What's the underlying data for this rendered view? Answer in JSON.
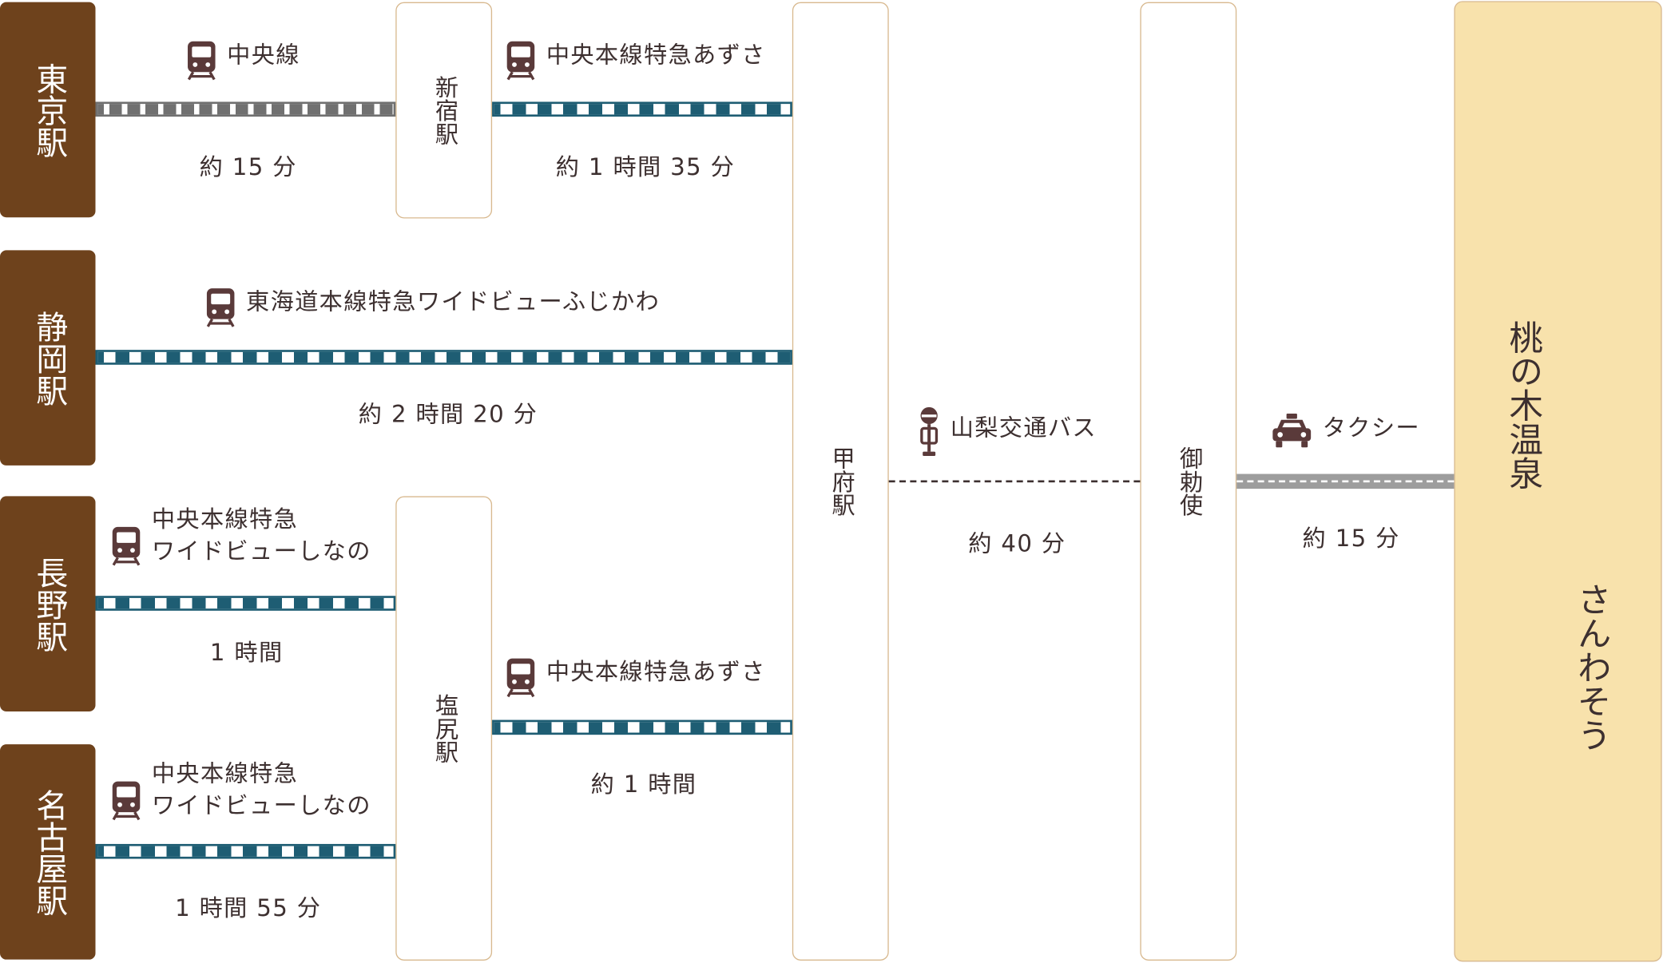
{
  "origins": {
    "tokyo": "東京駅",
    "shizuoka": "静岡駅",
    "nagano": "長野駅",
    "nagoya": "名古屋駅"
  },
  "transfers": {
    "shinjuku": "新宿駅",
    "shiojiri": "塩尻駅",
    "kofu": "甲府駅",
    "mitai": "御勅使"
  },
  "destination": {
    "name_line1": "桃の木温泉",
    "name_line2": "さんわそう"
  },
  "routes": {
    "tokyo_shinjuku": {
      "label": "中央線",
      "time": "約 15 分"
    },
    "shinjuku_kofu": {
      "label": "中央本線特急あずさ",
      "time": "約 1 時間 35 分"
    },
    "shizuoka_kofu": {
      "label": "東海道本線特急ワイドビューふじかわ",
      "time": "約 2 時間 20 分"
    },
    "nagano_shiojiri": {
      "label_line1": "中央本線特急",
      "label_line2": "ワイドビューしなの",
      "time": "1 時間"
    },
    "nagoya_shiojiri": {
      "label_line1": "中央本線特急",
      "label_line2": "ワイドビューしなの",
      "time": "1 時間 55 分"
    },
    "shiojiri_kofu": {
      "label": "中央本線特急あずさ",
      "time": "約 1 時間"
    },
    "kofu_mitai": {
      "label": "山梨交通バス",
      "time": "約 40 分"
    },
    "mitai_dest": {
      "label": "タクシー",
      "time": "約 15 分"
    }
  },
  "icons": {
    "train": "train-icon",
    "bus": "bus-stop-icon",
    "taxi": "taxi-icon"
  },
  "colors": {
    "origin_box": "#6e421c",
    "dest_box": "#f8e2ac",
    "border": "#d8b98f",
    "rail_blue": "#1e5d73",
    "rail_gray": "#707070",
    "text": "#3d3030"
  }
}
